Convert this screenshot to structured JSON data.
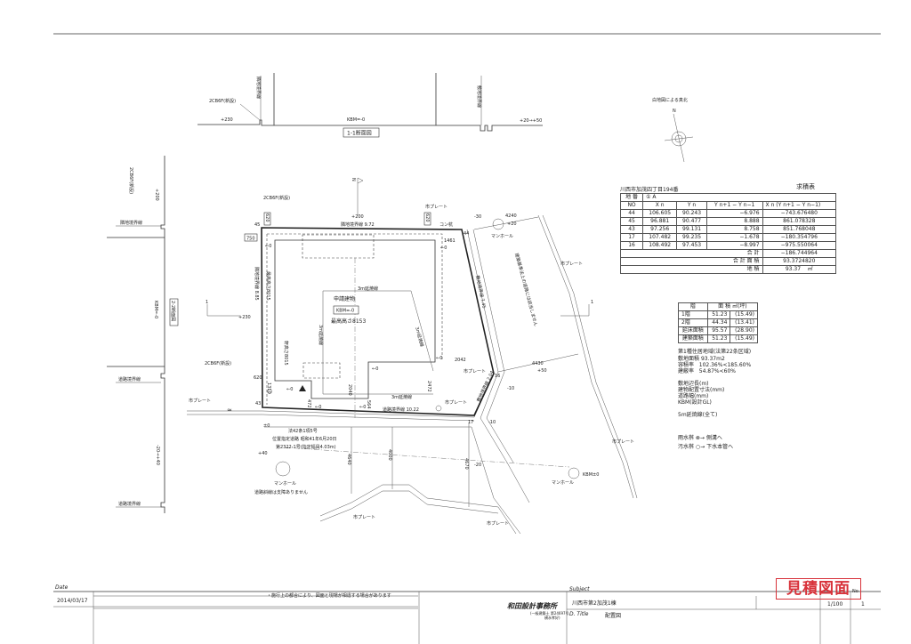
{
  "section_1_1": {
    "title": "1-1断面図",
    "wall_label": "2CB6F(新設)",
    "left_level": "+230",
    "kbm": "KBM=-0",
    "right_level": "+20→+50",
    "neighbor_boundary": "隣地境界線",
    "site_boundary": "敷地境界線"
  },
  "section_2_2": {
    "title": "2-2断面図",
    "wall_label": "2CB6F(新設)",
    "top_level": "+200",
    "neighbor_boundary": "隣地境界線",
    "kbm": "KBM=-0",
    "road_boundary_1": "道路境界線",
    "road_level": "-20→+40",
    "road_boundary_2": "道路境界線"
  },
  "north": {
    "label": "白地図による真北",
    "n": "N"
  },
  "plan": {
    "n": "N",
    "wall_top": "2CB6F(新設)",
    "wall_left": "2CB6F(新設)",
    "level_top": "+200",
    "north_boundary": "隣地境界線 9.72",
    "city_plate_top": "市プレート",
    "dim_620_a": "620",
    "dim_620_b": "620",
    "dim_750": "750",
    "dim_620_c": "620",
    "pt_45": "45",
    "pt_44": "44",
    "pt_43": "43",
    "pt_17": "17",
    "pt_16": "16",
    "con_stake": "コン杭",
    "lvl_m30": "-30",
    "dim_1461": "1461",
    "west_boundary": "隣地境界線 8.85",
    "max_height_left": "最高高さ8015",
    "eave_height": "軒高さ8015",
    "level_left": "+230",
    "building_label": "申請建物",
    "kbm": "KBM=-0",
    "max_height": "最高高さ8153",
    "fire_line_1": "3m延焼線",
    "fire_line_2": "3m延焼線",
    "fire_line_3": "3m延焼線",
    "fire_line_4": "3m延焼線",
    "arrow_0_a": "←0",
    "arrow_0_b": "←0",
    "arrow_0_c": "←0",
    "arrow_0_d": "←0",
    "arrow_0_e": "←0",
    "arrow_0_f": "←0",
    "arrow_0_g": "←0",
    "dim_2042": "2042",
    "dim_2040": "2040",
    "dim_2472": "2472",
    "dim_472": "472",
    "dim_564": "564",
    "dim_1310": "1310",
    "city_plate_e1": "市プレート",
    "city_plate_s": "市プレート",
    "city_plate_w": "市プレート",
    "south_boundary": "道路境界線 10.22",
    "east_boundary_1": "敷地境界線 7.45",
    "east_boundary_2": "敷地境界線 2.04",
    "level_pm0": "±0",
    "section_mark": "1",
    "section_mark_r": "1",
    "manhole_ne": "マンホール",
    "dim_4240": "4240",
    "lvl_p20": "+20",
    "east_road_note": "建築基準法上の道路には該当しません",
    "city_plate_e2": "市プレート",
    "dim_4430": "4430",
    "lvl_p50": "+50",
    "lvl_m10_a": "-10",
    "lvl_m10_b": "-10",
    "city_plate_e3": "市プレート",
    "kbm_pm0": "KBM±0",
    "manhole_se": "マンホール",
    "road_law": "法42条1項5号",
    "road_designation": "位置指定道路 昭和41年6月20日",
    "road_number": "第2322-1号(指定幅員4.03m)",
    "lvl_p40": "+40",
    "manhole_sw": "マンホール",
    "road_slope_note": "道路斜線は支障ありません",
    "dim_4640": "4640",
    "dim_4000": "4000",
    "dim_4670": "4670",
    "lvl_m20": "-20",
    "city_plate_b1": "市プレート",
    "city_plate_b2": "市プレート"
  },
  "coord_table": {
    "location": "川西市加茂四丁目194番",
    "title": "求積表",
    "lot_label": "地 番",
    "lot_value": "① A",
    "headers": [
      "NO",
      "X n",
      "Y n",
      "Y n+1 − Y n−1",
      "X n (Y n+1 − Y n−1)"
    ],
    "rows": [
      [
        "44",
        "106.605",
        "90.243",
        "−6.976",
        "−743.676480"
      ],
      [
        "45",
        "96.881",
        "90.477",
        "8.888",
        "861.078328"
      ],
      [
        "43",
        "97.256",
        "99.131",
        "8.758",
        "851.768048"
      ],
      [
        "17",
        "107.482",
        "99.235",
        "−1.678",
        "−180.354796"
      ],
      [
        "16",
        "108.492",
        "97.453",
        "−8.997",
        "−975.550064"
      ]
    ],
    "sum_label": "合 計",
    "sum_value": "−186.744964",
    "total_area_label": "合 計 面 積",
    "total_area_value": "93.3724820",
    "area_label": "地 積",
    "area_value": "93.37",
    "area_unit": "㎡"
  },
  "area_table": {
    "headers": [
      "階",
      "面 積 ㎡(坪)"
    ],
    "rows": [
      [
        "1階",
        "51.23",
        "(15.49)"
      ],
      [
        "2階",
        "44.34",
        "(13.41)"
      ],
      [
        "延床面積",
        "95.57",
        "(28.90)"
      ],
      [
        "建築面積",
        "51.23",
        "(15.49)"
      ]
    ]
  },
  "notes": {
    "zoning": "第1種住居地域(法第22条区域)",
    "site_area_label": "敷地面積",
    "site_area": "93.37m2",
    "far_label": "容積率",
    "far": "102.36%<185.60%",
    "bcr_label": "建蔽率",
    "bcr": "54.87%<60%",
    "unit_1": "敷地辺長(m)",
    "unit_2": "建物配置寸法(mm)",
    "unit_3": "道路幅(mm)",
    "unit_4": "KBM(設計GL)",
    "fire_line": "5m延焼線(全て)",
    "rain_basin": "雨水桝 ⊗→ 側溝へ",
    "sewage_basin": "汚水桝 ○→ 下水本管へ"
  },
  "title_block": {
    "date_label": "Date",
    "date": "2014/03/17",
    "note": "・施行上の都合により、図面と現場が相違する場合があります",
    "office": "和田設計事務所",
    "office_sub_1": "(一級建築士 第24697号",
    "office_sub_2": "横永孝好)",
    "subject_label": "Subject",
    "subject": "川西市第2加茂1棟",
    "title_label": "D. Title",
    "title": "配置図",
    "scale": "1/100",
    "sheet_no": "1",
    "no_label": "No",
    "stamp": "見積図面",
    "stamp_color": "#d8323a"
  }
}
